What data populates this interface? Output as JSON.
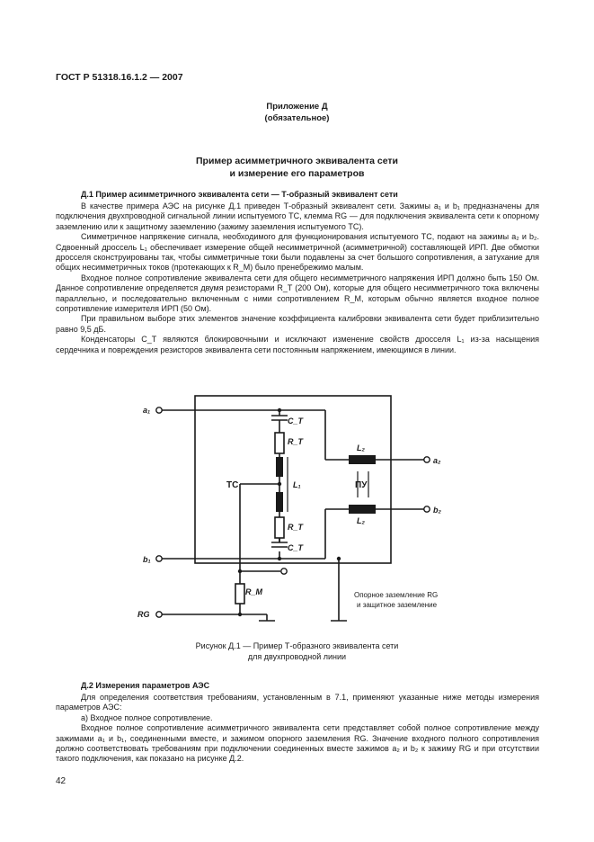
{
  "header": {
    "standard": "ГОСТ Р 51318.16.1.2 — 2007"
  },
  "appendix": {
    "title": "Приложение Д",
    "status": "(обязательное)"
  },
  "main_title": {
    "line1": "Пример асимметричного эквивалента сети",
    "line2": "и измерение его параметров"
  },
  "section1": {
    "heading": "Д.1 Пример асимметричного эквивалента сети — Т-образный эквивалент сети",
    "paragraphs": [
      "В качестве примера АЭС на рисунке Д.1 приведен Т-образный эквивалент сети. Зажимы a₁ и b₁ предназначены для подключения двухпроводной сигнальной линии испытуемого ТС, клемма RG — для подключения эквивалента сети к опорному заземлению или к защитному заземлению (зажиму заземления испытуемого ТС).",
      "Симметричное напряжение сигнала, необходимого для функционирования испытуемого ТС, подают на зажимы a₂ и b₂. Сдвоенный дроссель L₁ обеспечивает измерение общей несимметричной (асимметричной) составляющей ИРП. Две обмотки дросселя сконструированы так, чтобы симметричные токи были подавлены за счет большого сопротивления, а затухание для общих несимметричных токов (протекающих к R_M) было пренебрежимо малым.",
      "Входное полное сопротивление эквивалента сети для общего несимметричного напряжения ИРП должно быть 150 Ом. Данное сопротивление определяется двумя резисторами R_T (200 Ом), которые для общего несимметричного тока включены параллельно, и последовательно включенным с ними сопротивлением R_M, которым обычно является входное полное сопротивление измерителя ИРП (50 Ом).",
      "При правильном выборе этих элементов значение коэффициента калибровки эквивалента сети будет приблизительно равно 9,5 дБ.",
      "Конденсаторы C_T являются блокировочными и исключают изменение свойств дросселя L₁ из-за насыщения сердечника и повреждения резисторов эквивалента сети постоянным напряжением, имеющимся в линии."
    ]
  },
  "figure": {
    "labels": {
      "a1": "a₁",
      "b1": "b₁",
      "a2": "a₂",
      "b2": "b₂",
      "rg": "RG",
      "ts": "ТС",
      "pu": "ПУ",
      "ct_top": "C_T",
      "rt_top": "R_T",
      "l1": "L₁",
      "rt_bottom": "R_T",
      "ct_bottom": "C_T",
      "l2_top": "L₂",
      "l2_bottom": "L₂",
      "rm": "R_M",
      "ground_note_line1": "Опорное заземление RG",
      "ground_note_line2": "и защитное заземление"
    },
    "caption_line1": "Рисунок Д.1 — Пример Т-образного эквивалента сети",
    "caption_line2": "для двухпроводной линии"
  },
  "section2": {
    "heading": "Д.2 Измерения параметров АЭС",
    "paragraphs": [
      "Для определения соответствия требованиям, установленным в 7.1, применяют указанные ниже методы измерения параметров АЭС:",
      "а) Входное полное сопротивление.",
      "Входное полное сопротивление асимметричного эквивалента сети представляет собой полное сопротивление между зажимами a₁ и b₁, соединенными вместе, и зажимом опорного заземления RG. Значение входного полного сопротивления должно соответствовать требованиям при подключении соединенных вместе зажимов a₂ и b₂ к зажиму RG и при отсутствии такого подключения, как показано на рисунке Д.2."
    ]
  },
  "page_number": "42"
}
